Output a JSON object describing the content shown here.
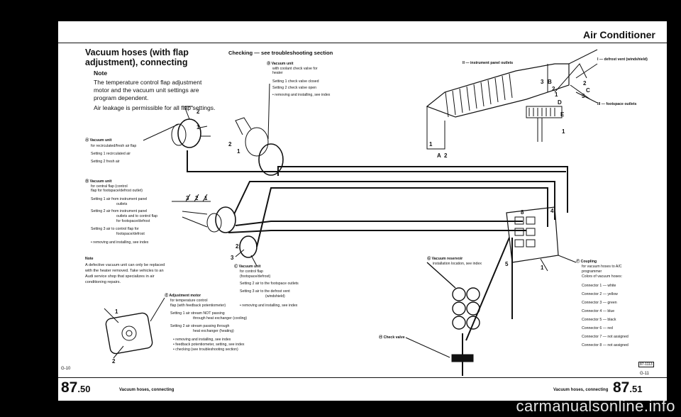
{
  "header": {
    "section_title": "Air Conditioner"
  },
  "left": {
    "title_line1": "Vacuum hoses (with flap",
    "title_line2": "adjustment), connecting",
    "note_label": "Note",
    "note_text_1": "The temperature control flap adjustment",
    "note_text_2": "motor and the vacuum unit settings are",
    "note_text_3": "program dependent.",
    "leak_text": "Air leakage is permissible for all flap settings.",
    "note2_label": "Note",
    "note2_text_1": "A defective vacuum unit can only be replaced",
    "note2_text_2": "with the heater removed. Take vehicles to an",
    "note2_text_3": "Audi service shop that specializes in air",
    "note2_text_4": "conditioning repairs."
  },
  "checking": {
    "text": "Checking — see troubleshooting section"
  },
  "unit_a": {
    "title": "Ⓐ Vacuum unit",
    "line1": "for recirculated/fresh air flap",
    "line2": "Setting 1 recirculated air",
    "line3": "Setting 2 fresh air"
  },
  "unit_b": {
    "title": "Ⓑ Vacuum unit",
    "line1": "for central flap (control",
    "line2": "flap for footspace/defrost outlet)",
    "line3": "Setting 1 air from instrument panel",
    "line4": "outlets",
    "line5": "Setting 2 air from instrument panel",
    "line6": "outlets and to control flap",
    "line7": "for footspace/defrost",
    "line8": "Setting 3 air to control flap for",
    "line9": "footspace/defrost",
    "line10": "• removing and installing, see index"
  },
  "unit_c": {
    "title": "Ⓒ Vacuum unit",
    "line1": "for control flap",
    "line2": "(footspace/defrost)",
    "line3": "Setting 2 air to the footspace outlets",
    "line4": "Setting 3 air to the defrost vent",
    "line5": "(windshield)",
    "line6": "• removing and installing, see index"
  },
  "unit_d": {
    "title": "Ⓓ Vacuum unit",
    "line1": "with coolant check valve for",
    "line2": "heater",
    "line3": "Setting 1 check valve closed",
    "line4": "Setting 2 check valve open",
    "line5": "• removing and installing, see index"
  },
  "unit_e": {
    "title": "Ⓔ Adjustment motor",
    "line1": "for temperature control",
    "line2": "flap (with feedback potentiometer)",
    "line3": "Setting 1 air stream NOT passing",
    "line4": "through heat exchanger (cooling)",
    "line5": "Setting 2 air stream passing through",
    "line6": "heat exchanger (heating)",
    "line7": "• removing and installing, see index",
    "line8": "• feedback potentiometer, setting, see index",
    "line9": "• checking (see troubleshooting section)"
  },
  "coupling": {
    "title": "Ⓕ Coupling",
    "line1": "for vacuum hoses to A/C",
    "line2": "programmer",
    "line3": "Colors of vacuum hoses:",
    "c1": "Connector 1 — white",
    "c2": "Connector 2 — yellow",
    "c3": "Connector 3 — green",
    "c4": "Connector 4 — blue",
    "c5": "Connector 5 — black",
    "c6": "Connector 6 — red",
    "c7": "Connector 7 — not assigned",
    "c8": "Connector 8 — not assigned"
  },
  "reservoir": {
    "title": "Ⓖ Vacuum reservoir",
    "line1": "installation location, see index"
  },
  "check_valve": {
    "title": "Ⓗ Check valve"
  },
  "duct": {
    "label_ii": "II — instrument panel outlets",
    "label_i": "I — defrost vent (windshield)",
    "label_iii": "III — footspace outlets"
  },
  "footer": {
    "left_page": "87",
    "left_sub": ".50",
    "left_title": "Vacuum hoses, connecting",
    "right_title": "Vacuum hoses, connecting",
    "right_page": "87",
    "right_sub": ".51",
    "page_g10": "G-10",
    "page_g11": "G-11",
    "ref_code": "87-1113"
  },
  "watermark": "carmanualsonline.info"
}
